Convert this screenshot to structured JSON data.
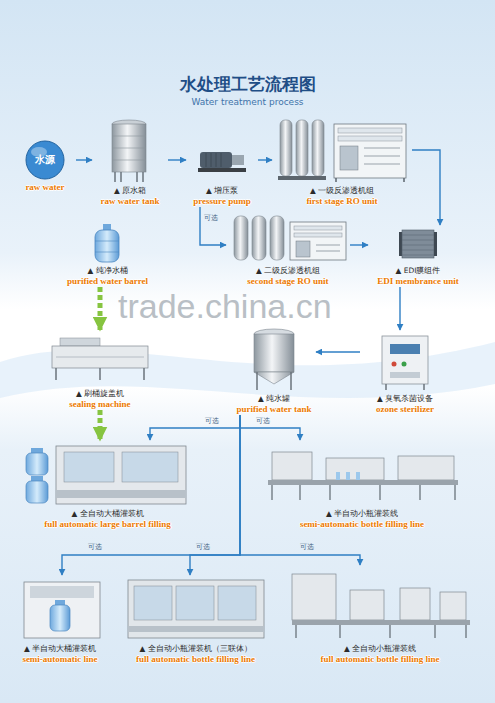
{
  "diagram": {
    "title": "水处理工艺流程图",
    "nodes": [
      {
        "text": [
          "水源",
          "raw water"
        ]
      },
      {
        "text": [
          "▲ 原水箱",
          "raw water tank"
        ]
      },
      {
        "text": [
          "▲ 增压泵",
          "pressure pump"
        ]
      },
      {
        "text": [
          "▲ 一级反渗透机组",
          "first stage RO unit"
        ]
      },
      {
        "text": [
          "▲ 二级反渗透机组",
          "second stage RO unit"
        ]
      },
      {
        "text": [
          "▲ EDI膜组件",
          "EDI membrance unit"
        ]
      },
      {
        "text": [
          "▲ 臭氧杀菌设备",
          "ozone sterilizer"
        ]
      },
      {
        "text": [
          "▲ 纯水罐",
          "purified water tank"
        ]
      },
      {
        "text": [
          "▲ 纯净水桶",
          "purified water barrel"
        ]
      },
      {
        "text": [
          "▲ 刷桶旋盖机",
          "sealing machine"
        ]
      },
      {
        "text": [
          "▲ 全自动大桶灌装机",
          "full automatic large barrel filling"
        ]
      },
      {
        "text": [
          "▲ 半自动小瓶灌装线",
          "semi-automatic bottle filling line"
        ]
      },
      {
        "text": [
          "▲ 半自动大桶灌装机",
          "semi-automatic line"
        ]
      },
      {
        "text": [
          "▲ 全自动小瓶灌装机（三联体）",
          "full automatic bottle filling line"
        ]
      },
      {
        "text": [
          "▲ 全自动小瓶灌装线",
          "full automatic bottle filling line"
        ]
      }
    ],
    "edges": [
      {
        "from": 0,
        "to": 1,
        "arrow": "to"
      },
      {
        "from": 1,
        "to": 2,
        "arrow": "to"
      },
      {
        "from": 2,
        "to": 3,
        "arrow": "to"
      },
      {
        "from": 2,
        "to": 4,
        "arrow": "to"
      },
      {
        "from": 3,
        "to": 5,
        "arrow": "to"
      },
      {
        "from": 4,
        "to": 5,
        "arrow": "to"
      },
      {
        "from": 5,
        "to": 6,
        "arrow": "to"
      },
      {
        "from": 6,
        "to": 7,
        "arrow": "to"
      },
      {
        "from": 7,
        "to": 10,
        "arrow": "to"
      },
      {
        "from": 7,
        "to": 11,
        "arrow": "to"
      },
      {
        "from": 7,
        "to": 12,
        "arrow": "to"
      },
      {
        "from": 7,
        "to": 13,
        "arrow": "to"
      },
      {
        "from": 7,
        "to": 14,
        "arrow": "to"
      },
      {
        "from": 8,
        "to": 9,
        "arrow": "to"
      },
      {
        "from": 9,
        "to": 10,
        "arrow": "to"
      }
    ],
    "labels": [
      "Water treatment process",
      "可选",
      "trade.china.cn",
      "可选",
      "可选",
      "可选",
      "可选",
      "可选"
    ]
  }
}
